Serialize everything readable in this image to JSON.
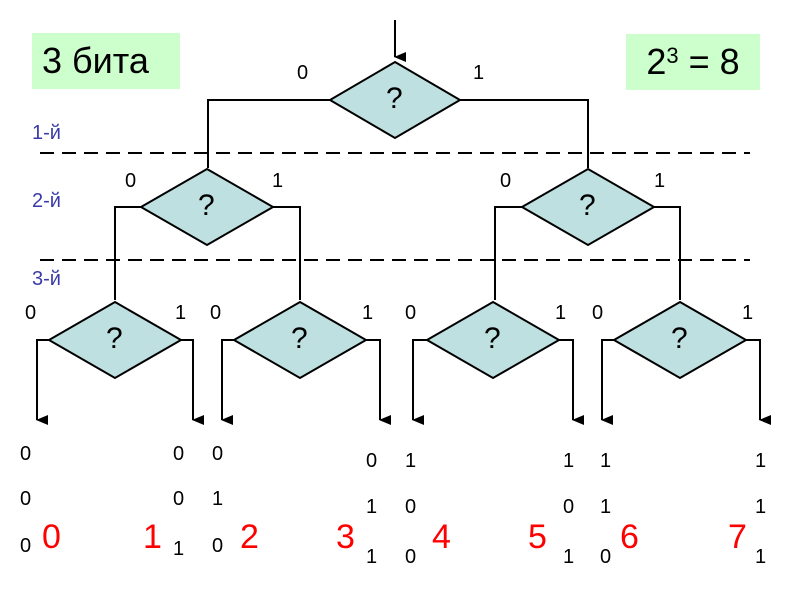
{
  "title_box": "3 бита",
  "formula": {
    "base": "2",
    "exp": "3",
    "rest": " = 8"
  },
  "levels": [
    "1-й",
    "2-й",
    "3-й"
  ],
  "question_mark": "?",
  "branch_labels": {
    "left": "0",
    "right": "1"
  },
  "leaves": [
    {
      "bits": [
        "0",
        "0",
        "0"
      ],
      "decimal": "0"
    },
    {
      "bits": [
        "0",
        "0",
        "1"
      ],
      "decimal": "1"
    },
    {
      "bits": [
        "0",
        "1",
        "0"
      ],
      "decimal": "2"
    },
    {
      "bits": [
        "0",
        "1",
        "1"
      ],
      "decimal": "3"
    },
    {
      "bits": [
        "1",
        "0",
        "0"
      ],
      "decimal": "4"
    },
    {
      "bits": [
        "1",
        "0",
        "1"
      ],
      "decimal": "5"
    },
    {
      "bits": [
        "1",
        "1",
        "0"
      ],
      "decimal": "6"
    },
    {
      "bits": [
        "1",
        "1",
        "1"
      ],
      "decimal": "7"
    }
  ],
  "colors": {
    "node_fill": "#bfe0e0",
    "box_fill": "#ccffcc",
    "decimal": "#ff0000",
    "level_text": "#3b3ba8"
  }
}
